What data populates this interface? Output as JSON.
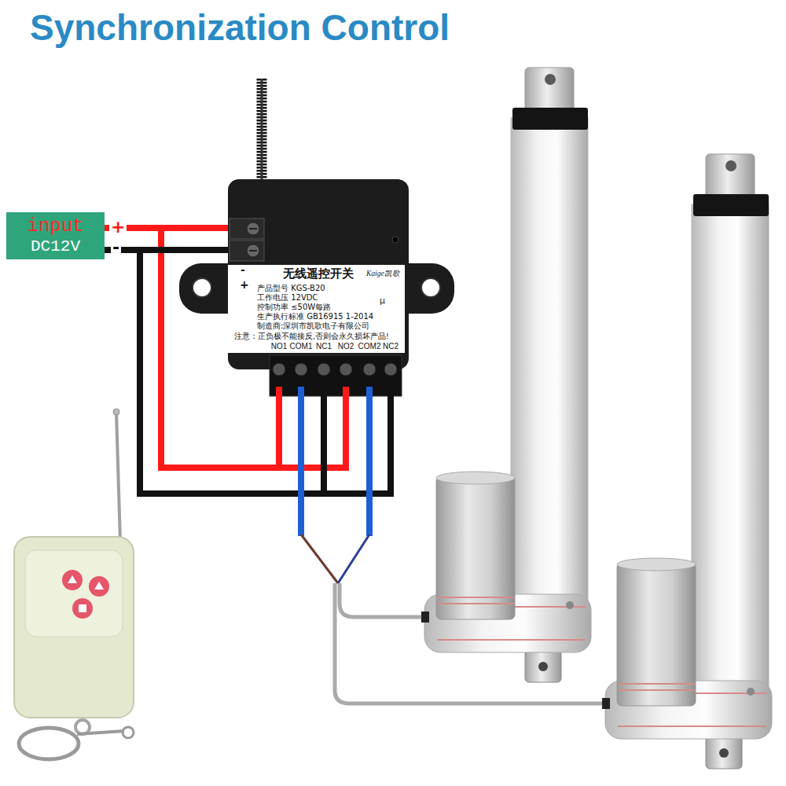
{
  "diagram": {
    "title": "Synchronization Control",
    "nodes": [
      {
        "text": [
          "input",
          "DC12V"
        ]
      },
      {
        "text": [
          "无线遥控开关",
          "Kaige凯歌",
          "产品型号 KGS-B20",
          "工作电压 12VDC",
          "控制功率 ≤50W每路",
          "生产执行标准 GB16915 1-2014",
          "制造商:深圳市凯歌电子有限公司",
          "注意：正负极不能接反,否则会永久损坏产品!"
        ]
      }
    ],
    "edges": [
      {
        "from": 0,
        "to": 1,
        "arrow": "none"
      },
      {
        "from": 0,
        "to": 1,
        "arrow": "none"
      }
    ],
    "labels": [
      "+",
      "-",
      "-",
      "+",
      "μ",
      "NO1",
      "COM1",
      "NC1",
      "NO2",
      "COM2",
      "NC2"
    ]
  }
}
